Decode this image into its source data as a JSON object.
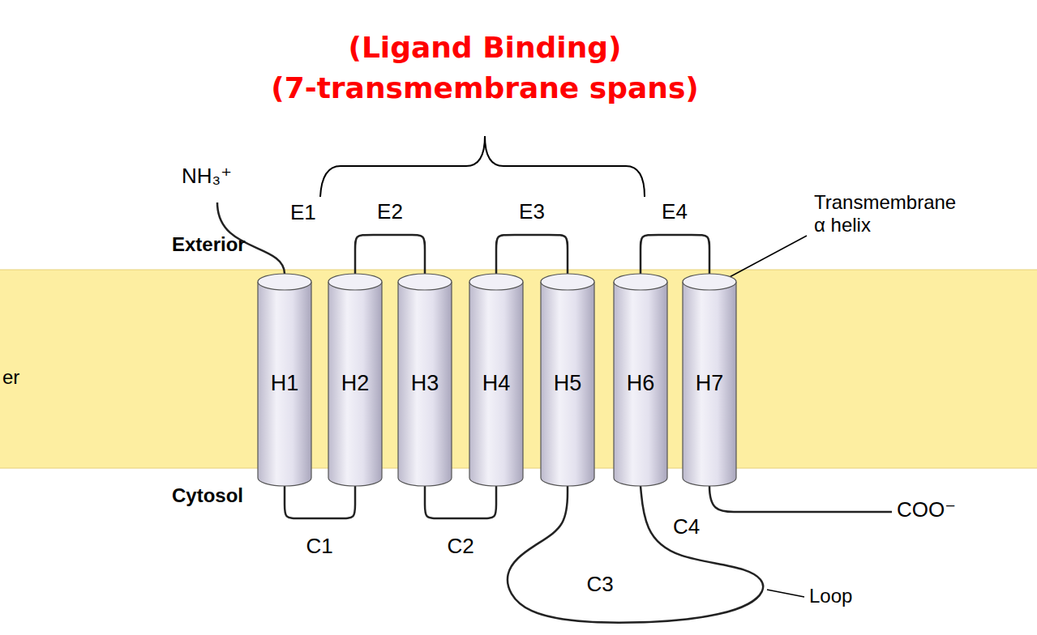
{
  "diagram": {
    "nodes": [
      {
        "text": [
          "H1"
        ]
      },
      {
        "text": [
          "H2"
        ]
      },
      {
        "text": [
          "H3"
        ]
      },
      {
        "text": [
          "H4"
        ]
      },
      {
        "text": [
          "H5"
        ]
      },
      {
        "text": [
          "H6"
        ]
      },
      {
        "text": [
          "H7"
        ]
      }
    ],
    "edges": [
      {
        "from": 0,
        "to": 1,
        "arrow": "none",
        "label": "C1"
      },
      {
        "from": 1,
        "to": 2,
        "arrow": "none",
        "label": "E2"
      },
      {
        "from": 2,
        "to": 3,
        "arrow": "none",
        "label": "C2"
      },
      {
        "from": 3,
        "to": 4,
        "arrow": "none",
        "label": "E3"
      },
      {
        "from": 4,
        "to": 5,
        "arrow": "none",
        "label": "C3"
      },
      {
        "from": 5,
        "to": 6,
        "arrow": "none",
        "label": "E4"
      }
    ],
    "labels": [
      "(Ligand Binding)",
      "(7-transmembrane spans)",
      "NH₃⁺",
      "E1",
      "Transmembrane α helix",
      "Exterior",
      "er",
      "Cytosol",
      "C4",
      "COO⁻",
      "Loop"
    ]
  }
}
